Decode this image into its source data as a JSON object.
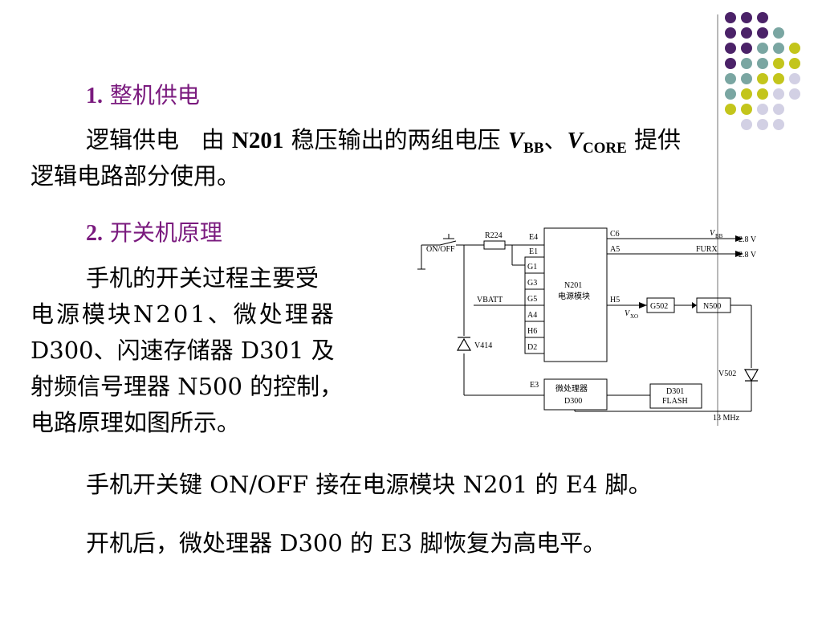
{
  "section1": {
    "number": "1",
    "title": "整机供电",
    "para_lead": "逻辑供电",
    "para_a": "由",
    "n201": "N201",
    "para_b": "稳压输出的两组电压",
    "v1": "V",
    "v1_sub": "BB",
    "sep": "、",
    "v2": "V",
    "v2_sub": "CORE",
    "para_c": "提供",
    "para_line2": "逻辑电路部分使用。"
  },
  "section2": {
    "number": "2",
    "title": "开关机原理",
    "lines": [
      "手机的开关过程主要受",
      "电源模块N201、微处理器",
      "D300、闪速存储器 D301 及",
      "射频信号理器 N500 的控制，",
      "电路原理如图所示。"
    ]
  },
  "notes": [
    "手机开关键 ON/OFF 接在电源模块 N201 的 E4 脚。",
    "开机后，微处理器 D300 的 E3 脚恢复为高电平。"
  ],
  "diagram": {
    "switch_label": "ON/OFF",
    "resistor": "R224",
    "pins_left": [
      "E4",
      "E1",
      "G1",
      "G3",
      "G5",
      "A4",
      "H6",
      "D2"
    ],
    "pins_right": [
      "C6",
      "A5",
      "H5"
    ],
    "n201_name": "N201",
    "n201_desc": "电源模块",
    "vbatt": "VBATT",
    "diode_v414": "V414",
    "diode_v502": "V502",
    "vbb": "V",
    "vbb_sub": "BB",
    "furx": "FURX",
    "volt1": "2.8 V",
    "volt2": "2.8 V",
    "vxo": "V",
    "vxo_sub": "XO",
    "g502": "G502",
    "n500": "N500",
    "e3": "E3",
    "d300_desc": "微处理器",
    "d300_name": "D300",
    "d301_name": "D301",
    "d301_desc": "FLASH",
    "clock": "13 MHz"
  },
  "decoration": {
    "colors": {
      "purple": "#4b2268",
      "teal": "#7aa6a2",
      "olive": "#c3c51c",
      "lavender": "#d2d0e4"
    }
  }
}
